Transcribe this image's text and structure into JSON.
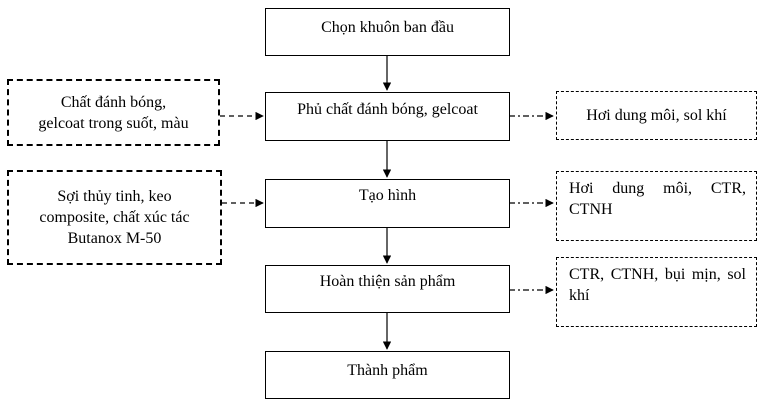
{
  "process": [
    {
      "id": "s1",
      "label": "Chọn khuôn ban đầu"
    },
    {
      "id": "s2",
      "label": "Phủ chất đánh bóng, gelcoat"
    },
    {
      "id": "s3",
      "label": "Tạo hình"
    },
    {
      "id": "s4",
      "label": "Hoàn thiện sản phẩm"
    },
    {
      "id": "s5",
      "label": "Thành phẩm"
    }
  ],
  "inputs": [
    {
      "id": "i1",
      "label": "Chất đánh bóng,\ngelcoat trong suốt, màu",
      "target": "s2"
    },
    {
      "id": "i2",
      "label": "Sợi thủy tinh, keo\ncomposite, chất xúc tác\nButanox M-50",
      "target": "s3"
    }
  ],
  "outputs": [
    {
      "id": "o1",
      "label": "Hơi dung môi, sol khí",
      "source": "s2"
    },
    {
      "id": "o2",
      "label": "Hơi dung môi, CTR, CTNH",
      "source": "s3"
    },
    {
      "id": "o3",
      "label": "CTR, CTNH, bụi mịn, sol khí",
      "source": "s4"
    }
  ]
}
